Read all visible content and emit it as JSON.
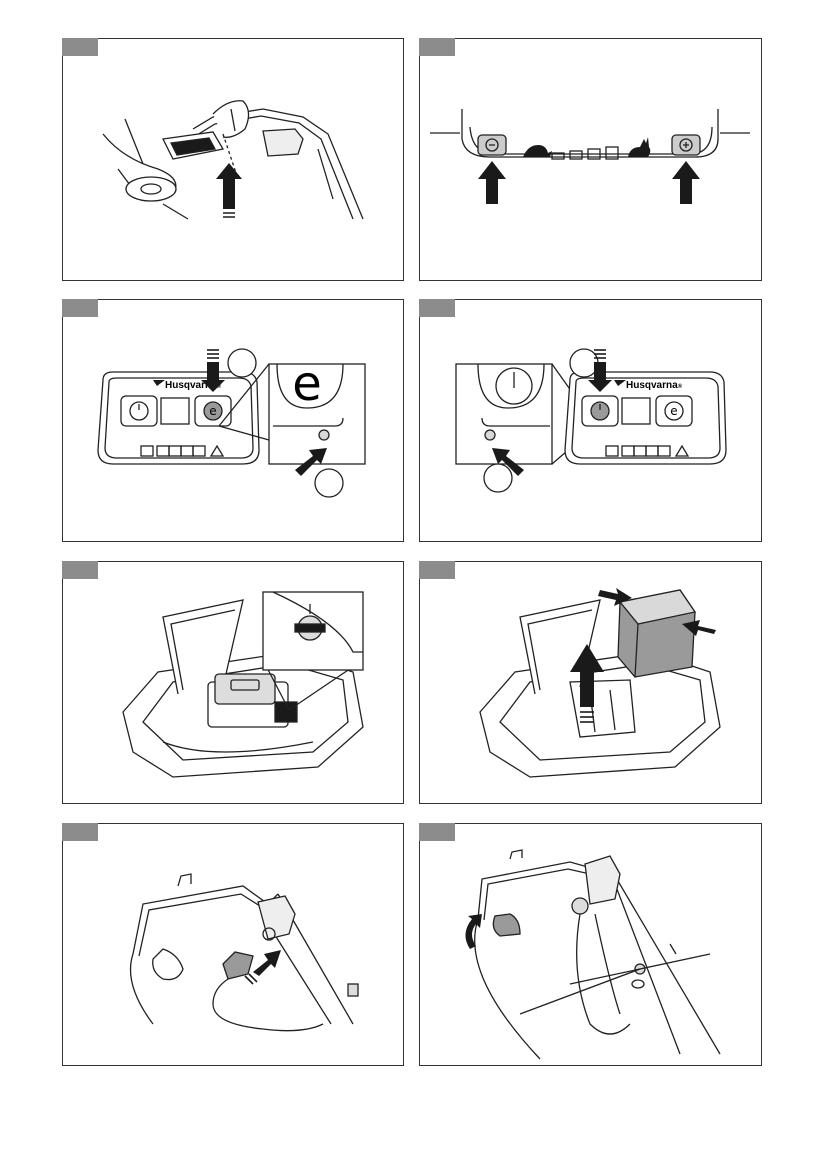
{
  "brand": {
    "name": "Husqvarna",
    "mark": "®"
  },
  "callouts": {
    "label_1": "",
    "label_2": ""
  },
  "panels": [
    {
      "id": "lift-handle",
      "subject": "hands lifting control panel"
    },
    {
      "id": "speed-buttons",
      "subject": "minus and plus buttons"
    },
    {
      "id": "eco-button",
      "subject": "ECO button with LED"
    },
    {
      "id": "power-button",
      "subject": "power button with LED"
    },
    {
      "id": "battery-lock",
      "subject": "battery compartment lock"
    },
    {
      "id": "battery-remove",
      "subject": "removing battery pack"
    },
    {
      "id": "cable-connect",
      "subject": "connecting cable plug"
    },
    {
      "id": "handle-fold",
      "subject": "folding handle"
    }
  ],
  "colors": {
    "tag": "#8c8c8c",
    "line": "#222222",
    "fill_dark": "#1a1a1a",
    "fill_mid": "#9a9a9a",
    "fill_light": "#d9d9d9"
  }
}
